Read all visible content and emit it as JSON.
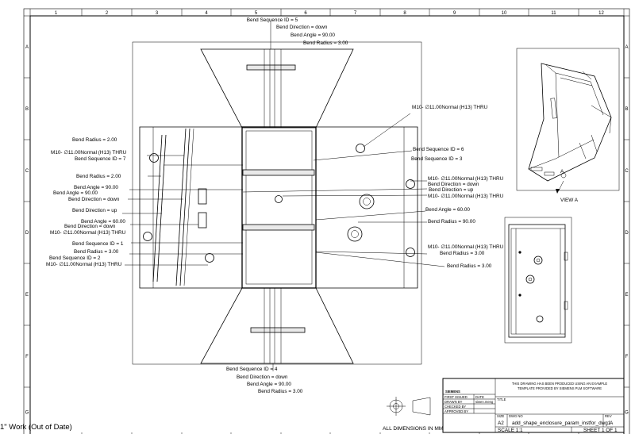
{
  "zones_top": [
    "1",
    "2",
    "3",
    "4",
    "5",
    "6",
    "7",
    "8",
    "9",
    "10",
    "11",
    "12"
  ],
  "zones_side": [
    "A",
    "B",
    "C",
    "D",
    "E",
    "F",
    "G"
  ],
  "annotations": [
    {
      "text": "Bend Sequence ID = 5"
    },
    {
      "text": "Bend Direction = down"
    },
    {
      "text": "Bend Angle = 90.00"
    },
    {
      "text": "Bend Radius = 3.00"
    },
    {
      "text": "M10- ∅11.00Normal (H13) THRU"
    },
    {
      "text": "Bend Radius = 2.00"
    },
    {
      "text": "M10- ∅11.00Normal (H13) THRU"
    },
    {
      "text": "Bend Sequence ID = 7"
    },
    {
      "text": "Bend Sequence ID = 6"
    },
    {
      "text": "Bend Sequence ID = 3"
    },
    {
      "text": "Bend Radius = 2.00"
    },
    {
      "text": "M10- ∅11.00Normal (H13) THRU"
    },
    {
      "text": "Bend Direction = down"
    },
    {
      "text": "Bend Angle = 90.00"
    },
    {
      "text": "Bend Direction = up"
    },
    {
      "text": "Bend Angle = 90.00"
    },
    {
      "text": "M10- ∅11.00Normal (H13) THRU"
    },
    {
      "text": "Bend Direction = down"
    },
    {
      "text": "Bend Direction = up"
    },
    {
      "text": "Bend Angle = 60.00"
    },
    {
      "text": "Bend Angle = 60.00"
    },
    {
      "text": "Bend Direction = down"
    },
    {
      "text": "Bend Radius = 90.00"
    },
    {
      "text": "M10- ∅11.00Normal (H13) THRU"
    },
    {
      "text": "Bend Sequence ID = 1"
    },
    {
      "text": "M10- ∅11.00Normal (H13) THRU"
    },
    {
      "text": "Bend Radius = 3.00"
    },
    {
      "text": "Bend Radius = 3.00"
    },
    {
      "text": "Bend Sequence ID = 2"
    },
    {
      "text": "M10- ∅11.00Normal (H13) THRU"
    },
    {
      "text": "Bend Radius = 3.00"
    },
    {
      "text": "Bend Sequence ID = 4"
    },
    {
      "text": "Bend Direction = down"
    },
    {
      "text": "Bend Angle = 90.00"
    },
    {
      "text": "Bend Radius = 3.00"
    }
  ],
  "view_label": "VIEW A",
  "view_letter": "A",
  "company": "SIEMENS",
  "disclaimer_line1": "THIS DRAWING HAS BEEN PRODUCED USING AN EXAMPLE",
  "disclaimer_line2": "TEMPLATE PROVIDED BY SIEMENS PLM SOFTWARE",
  "title_block": {
    "first_issued": "FIRST ISSUED",
    "drawn_by": "DRAWN BY",
    "drawn_name": "siwen.meng",
    "checked_by": "CHECKED BY",
    "approved_by": "APPROVED BY",
    "date": "DATE",
    "title": "TITLE",
    "size_label": "SIZE",
    "size": "A2",
    "dwg_no_label": "DWG NO",
    "dwg_no": "add_shape_enclosure_param_instfor_dwg1",
    "rev_label": "REV",
    "rev": "A",
    "scale": "SCALE 1:1",
    "sheet": "SHEET 1 OF 1"
  },
  "units_note": "ALL DIMENSIONS IN MM",
  "status_text": "1\" Work (Out of Date)"
}
